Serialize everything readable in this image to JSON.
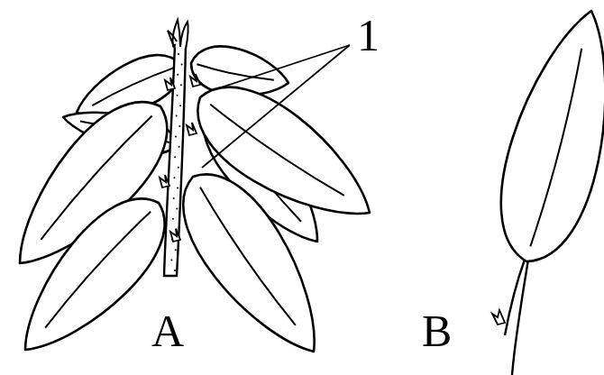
{
  "diagram": {
    "labels": [
      "1",
      "A",
      "B"
    ]
  }
}
